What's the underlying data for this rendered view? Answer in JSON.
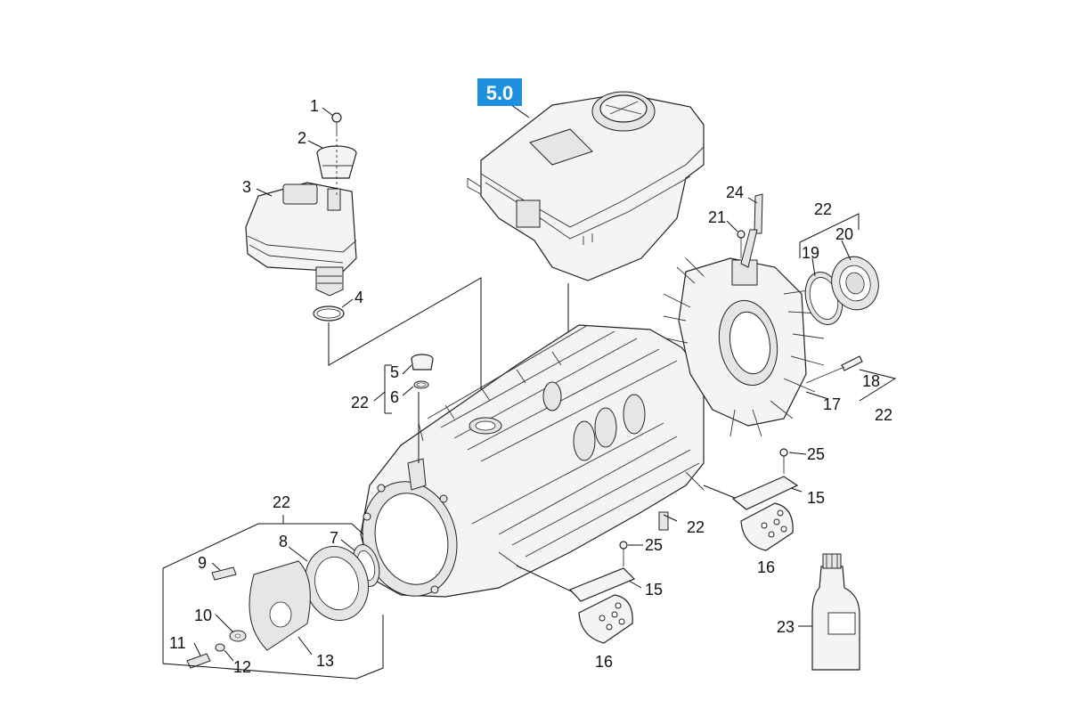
{
  "diagram": {
    "badge": {
      "text": "5.0",
      "color": "#1e90e0"
    },
    "labels": {
      "l1": "1",
      "l2": "2",
      "l3": "3",
      "l4": "4",
      "l5": "5",
      "l6": "6",
      "l7": "7",
      "l8": "8",
      "l9": "9",
      "l10": "10",
      "l11": "11",
      "l12": "12",
      "l13": "13",
      "l15a": "15",
      "l15b": "15",
      "l16a": "16",
      "l16b": "16",
      "l17": "17",
      "l18": "18",
      "l19": "19",
      "l20": "20",
      "l21": "21",
      "l22a": "22",
      "l22b": "22",
      "l22c": "22",
      "l22d": "22",
      "l22e": "22",
      "l23": "23",
      "l24": "24",
      "l25a": "25",
      "l25b": "25"
    }
  }
}
